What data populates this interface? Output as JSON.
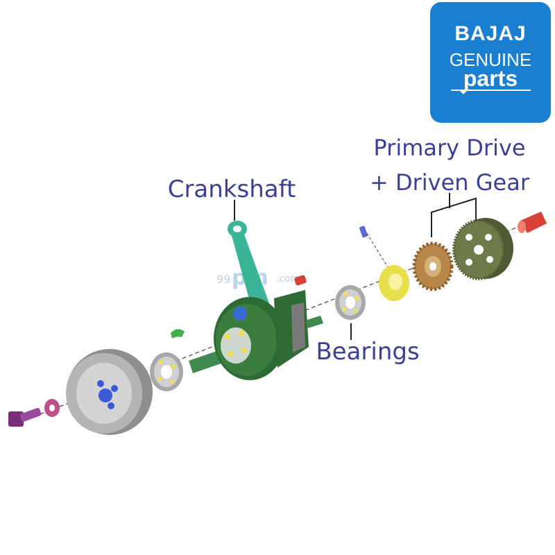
{
  "logo": {
    "brand": "BAJAJ",
    "line2": "GENUINE",
    "line3": "parts",
    "background_color": "#1a7fd0"
  },
  "labels": {
    "crankshaft": "Crankshaft",
    "primary_drive_line1": "Primary Drive",
    "primary_drive_line2": "+ Driven Gear",
    "bearings": "Bearings"
  },
  "watermark": {
    "prefix": "99",
    "main": "pm",
    "suffix": ".com"
  },
  "colors": {
    "label_text": "#3b3f97",
    "leader_line": "#222222",
    "crankshaft_green": "#3a7a3a",
    "con_rod_teal": "#3bb598",
    "rotor_gray": "#9a9a9a",
    "bolt_purple": "#8a3a8a",
    "washer_pink": "#c0508a",
    "bearing_gray": "#b8b8b8",
    "gear_bronze": "#b7874a",
    "driven_gear_olive": "#6e7a4a",
    "yellow_part": "#e8e04a",
    "red_part": "#d8403a",
    "blue_part": "#3a5ad8"
  }
}
